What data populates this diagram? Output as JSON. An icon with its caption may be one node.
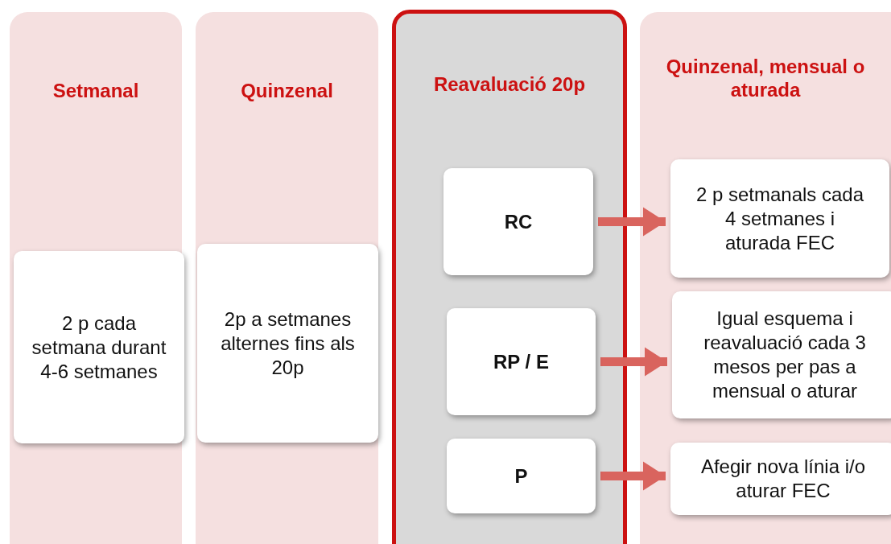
{
  "diagram": {
    "nodes": [
      {
        "text": [
          "Setmanal"
        ]
      },
      {
        "text": [
          "2 p cada setmana durant 4-6 setmanes"
        ],
        "in": 0
      },
      {
        "text": [
          "Quinzenal"
        ]
      },
      {
        "text": [
          "2p a setmanes alternes fins als 20p"
        ],
        "in": 2
      },
      {
        "text": [
          "Reavaluació 20p"
        ]
      },
      {
        "text": [
          "RC"
        ],
        "in": 4
      },
      {
        "text": [
          "RP / E"
        ],
        "in": 4
      },
      {
        "text": [
          "P"
        ],
        "in": 4
      },
      {
        "text": [
          "Quinzenal, mensual o aturada"
        ]
      },
      {
        "text": [
          "2 p setmanals cada 4 setmanes i aturada FEC"
        ],
        "in": 8
      },
      {
        "text": [
          "Igual esquema i reavaluació cada 3 mesos per pas a mensual o aturar"
        ],
        "in": 8
      },
      {
        "text": [
          "Afegir nova línia i/o aturar FEC"
        ],
        "in": 8
      }
    ],
    "edges": [
      {
        "from": 5,
        "to": 9,
        "arrow": "to"
      },
      {
        "from": 6,
        "to": 10,
        "arrow": "to"
      },
      {
        "from": 7,
        "to": 11,
        "arrow": "to"
      }
    ]
  }
}
